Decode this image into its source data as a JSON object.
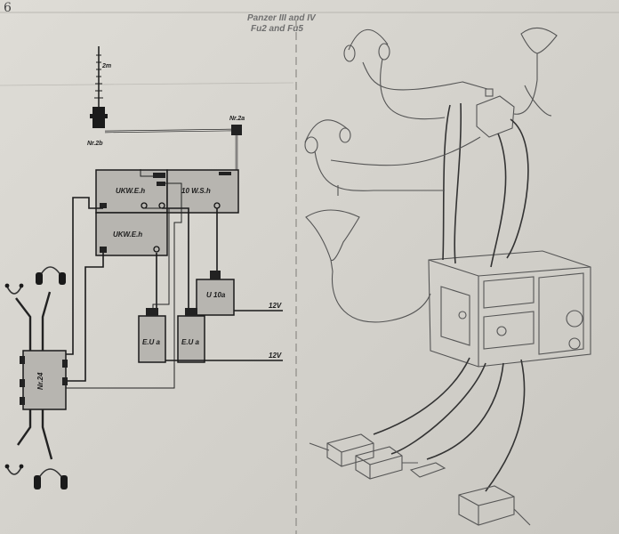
{
  "page_number": "6",
  "header": {
    "line1": "Panzer III and IV",
    "line2": "Fu2 and Fu5"
  },
  "labels": {
    "antenna_height": "2m",
    "antenna_base": "Nr.2b",
    "antenna_connector": "Nr.2a",
    "receiver_top": "UKW.E.h",
    "transmitter": "10 W.S.h",
    "receiver_bottom": "UKW.E.h",
    "converter": "U 10a",
    "power_unit_1": "E.U a",
    "power_unit_2": "E.U a",
    "voltage_upper": "12V",
    "voltage_lower": "12V",
    "junction_box": "Nr.24"
  }
}
